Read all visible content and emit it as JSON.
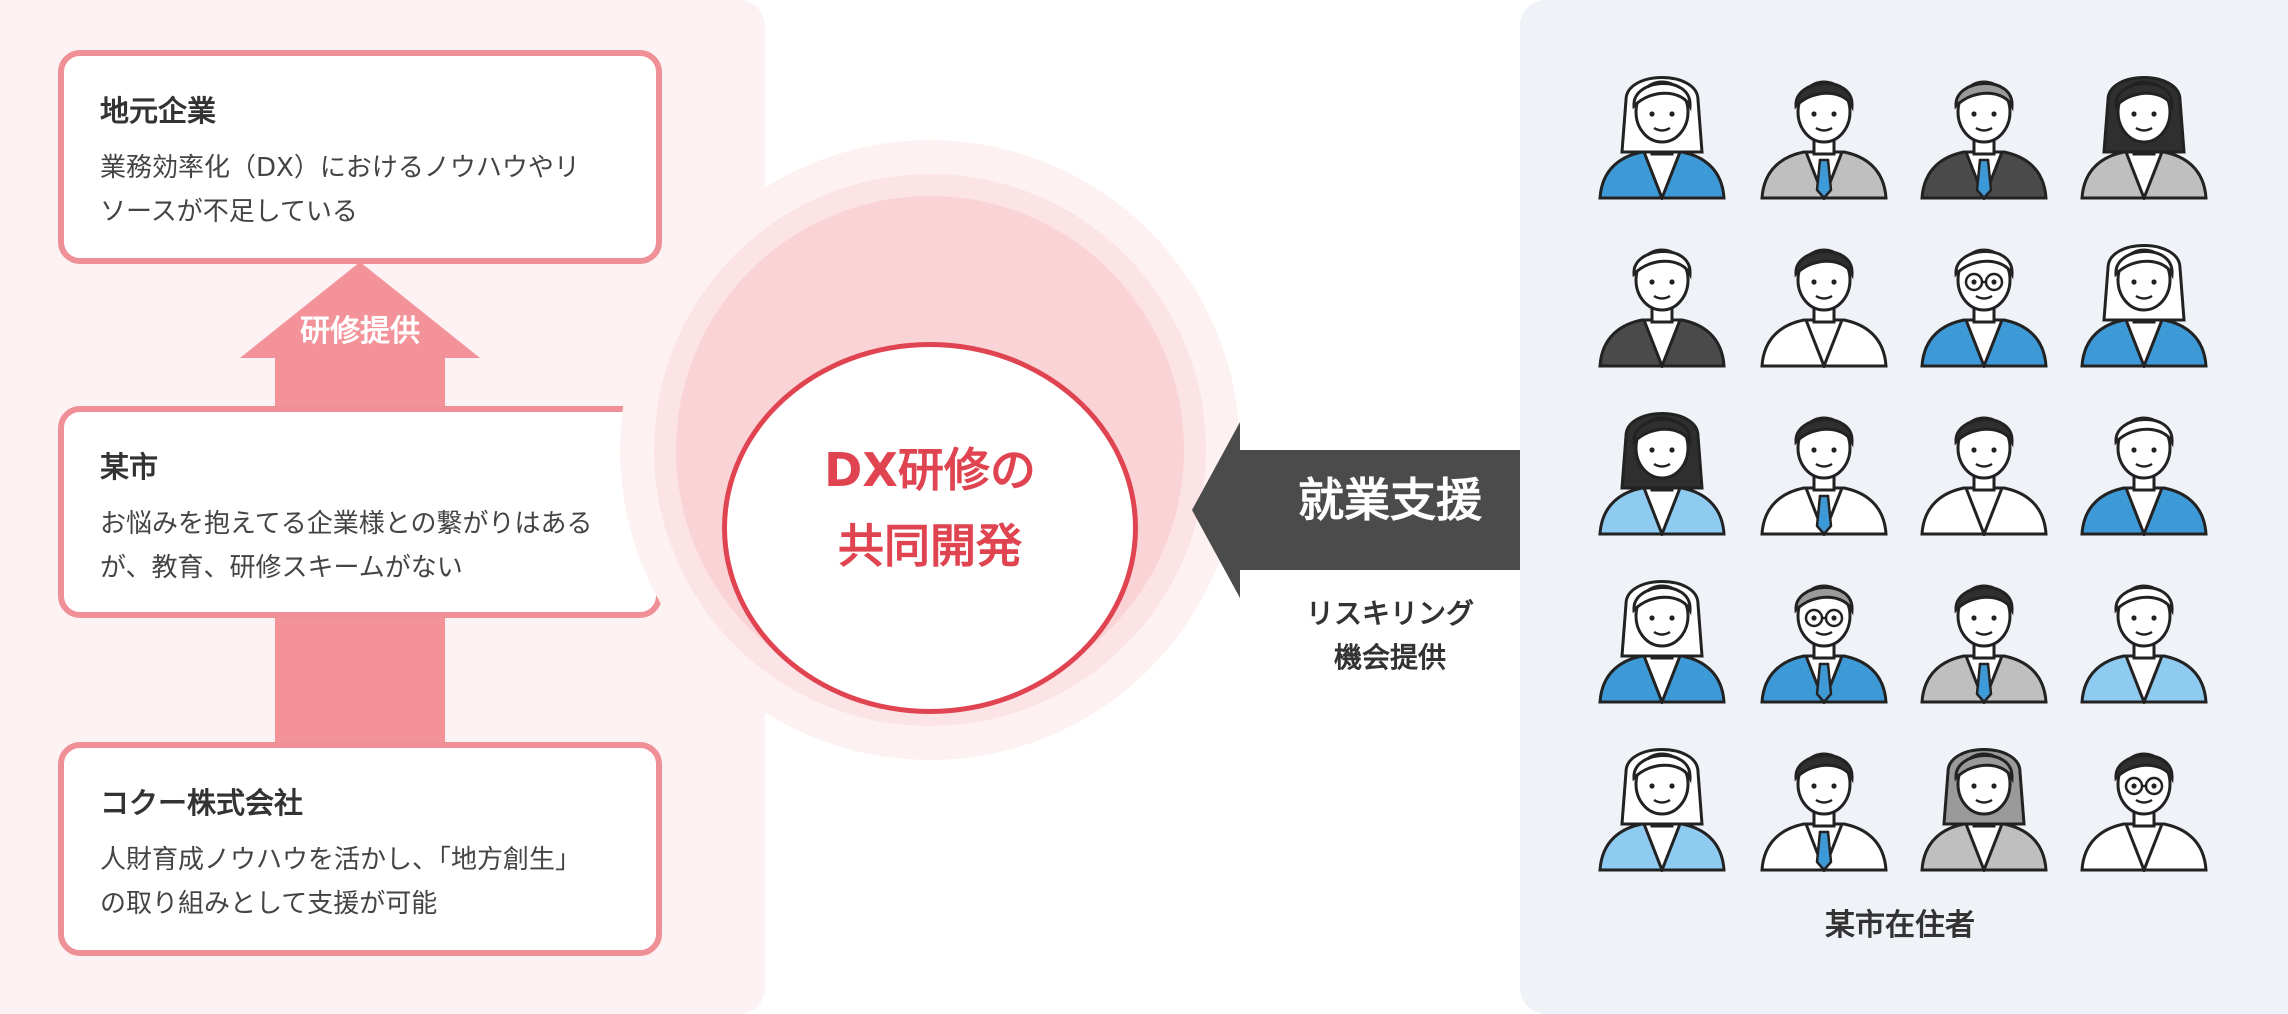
{
  "left": {
    "cards": [
      {
        "title": "地元企業",
        "lines": [
          "業務効率化（DX）におけるノウハウやリ",
          "ソースが不足している"
        ]
      },
      {
        "title": "某市",
        "lines": [
          "お悩みを抱えてる企業様との繋がりはある",
          "が、教育、研修スキームがない"
        ]
      },
      {
        "title": "コクー株式会社",
        "lines": [
          "人財育成ノウハウを活かし、「地方創生」",
          "の取り組みとして支援が可能"
        ]
      }
    ],
    "arrow_label": "研修提供"
  },
  "center": {
    "lines": [
      "DX研修の",
      "共同開発"
    ]
  },
  "link": {
    "label": "就業支援",
    "sub_lines": [
      "リスキリング",
      "機会提供"
    ]
  },
  "right": {
    "caption": "某市在住者"
  },
  "colors": {
    "left_panel_bg": "#fdf2f3",
    "right_panel_bg": "#eff2f7",
    "card_border": "#ef8f96",
    "arrow": "#f39298",
    "accent_red": "#e04451",
    "double_arrow": "#4b4b4b",
    "person_blue": "#3d9ad6",
    "person_light_blue": "#8fcaf0",
    "person_gray": "#bfbfbf",
    "person_dark": "#4a4a4a"
  },
  "people": {
    "icon": "person-illustration-icon",
    "rows": [
      [
        {
          "hair": "long-light",
          "top": "blue",
          "tie": false
        },
        {
          "hair": "short-dark",
          "top": "gray",
          "tie": true
        },
        {
          "hair": "gray-older",
          "top": "dark",
          "tie": true
        },
        {
          "hair": "bob-dark",
          "top": "gray",
          "tie": false
        }
      ],
      [
        {
          "hair": "short-light",
          "top": "dark",
          "tie": false
        },
        {
          "hair": "short-dark",
          "top": "white",
          "tie": false
        },
        {
          "hair": "short-glasses",
          "top": "blue",
          "tie": false
        },
        {
          "hair": "long-light",
          "top": "blue",
          "tie": false
        }
      ],
      [
        {
          "hair": "ponytail-dark",
          "top": "light-blue",
          "tie": false
        },
        {
          "hair": "short-dark",
          "top": "white",
          "tie": true
        },
        {
          "hair": "short-dark",
          "top": "white",
          "tie": false
        },
        {
          "hair": "light-older",
          "top": "blue",
          "tie": false
        }
      ],
      [
        {
          "hair": "ponytail-light",
          "top": "blue",
          "tie": false
        },
        {
          "hair": "gray-older-glasses",
          "top": "blue",
          "tie": true
        },
        {
          "hair": "short-dark",
          "top": "gray",
          "tie": true
        },
        {
          "hair": "light-wavy",
          "top": "light-blue",
          "tie": false
        }
      ],
      [
        {
          "hair": "long-light",
          "top": "light-blue",
          "tie": false
        },
        {
          "hair": "short-dark",
          "top": "white",
          "tie": true
        },
        {
          "hair": "long-gray",
          "top": "gray",
          "tie": false
        },
        {
          "hair": "dark-glasses-beard",
          "top": "white",
          "tie": false
        }
      ]
    ]
  }
}
